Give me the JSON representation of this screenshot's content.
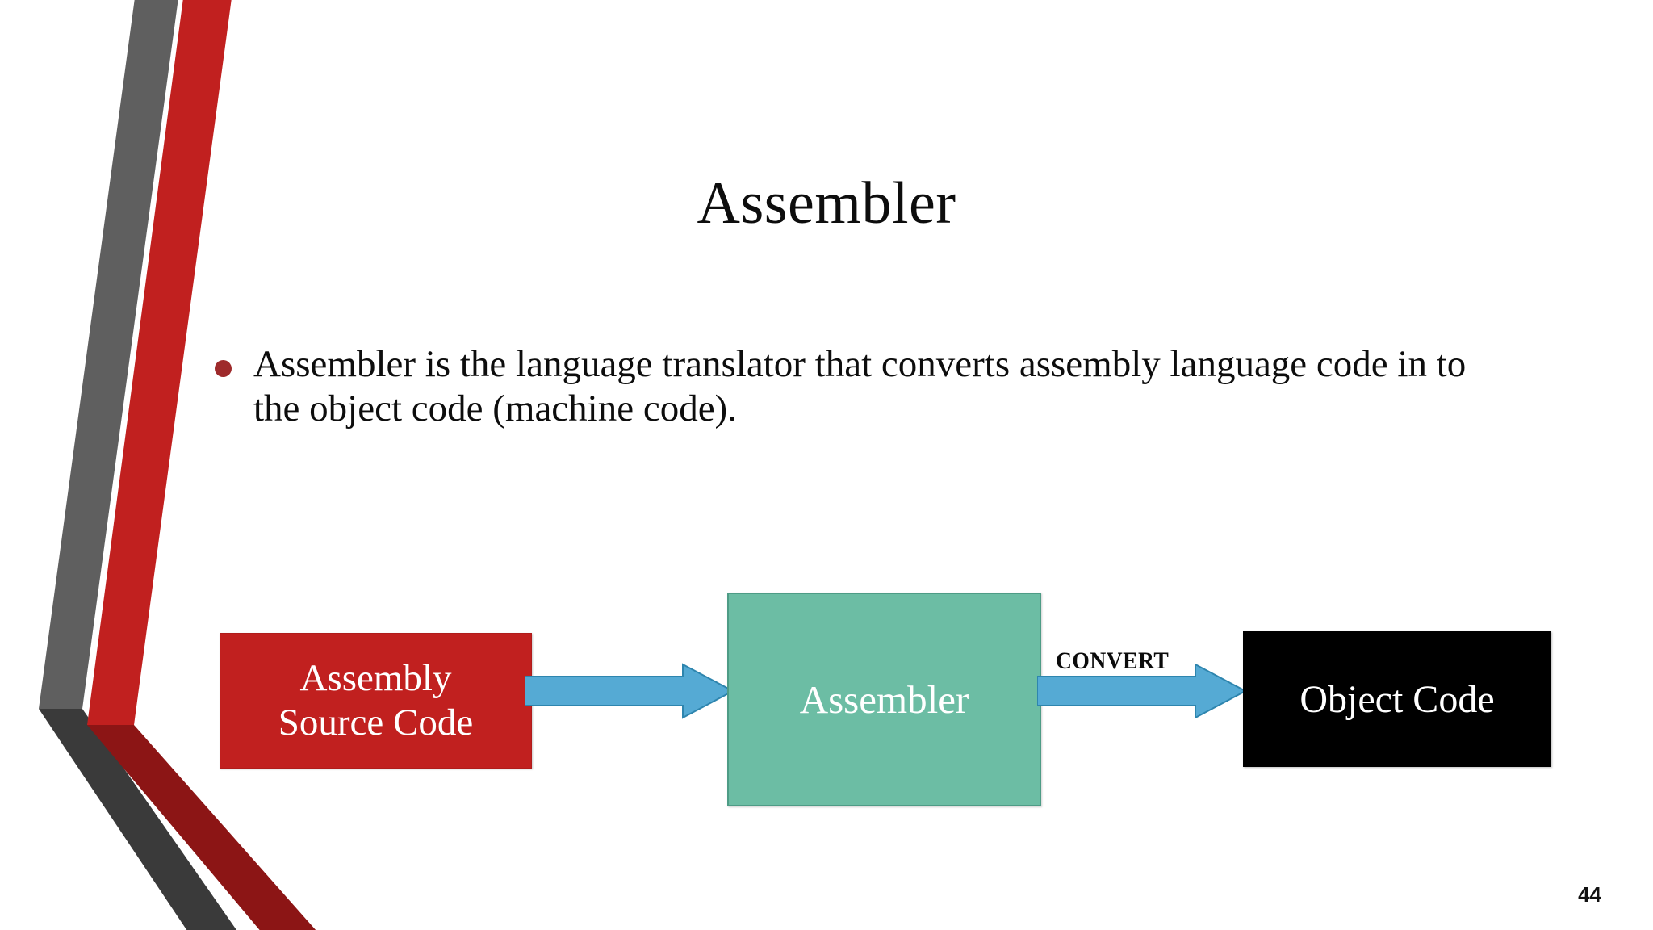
{
  "slide": {
    "title": "Assembler",
    "page_number": "44",
    "background_color": "#FFFFFF"
  },
  "body": {
    "bullets": [
      {
        "marker": "bullet-dot",
        "marker_color": "#9E2A2B",
        "text": "Assembler is the language translator that converts assembly language code in to the object code (machine code)."
      }
    ]
  },
  "diagram": {
    "type": "flow",
    "nodes": [
      {
        "id": "source",
        "label": "Assembly\nSource Code",
        "label_line1": "Assembly",
        "label_line2": "Source Code",
        "fill": "#C1201F",
        "text_color": "#FFFFFF"
      },
      {
        "id": "assembler",
        "label": "Assembler",
        "fill": "#6CBDA4",
        "border": "#4E9C86",
        "text_color": "#FFFFFF"
      },
      {
        "id": "object",
        "label": "Object Code",
        "fill": "#000000",
        "text_color": "#FFFFFF"
      }
    ],
    "edges": [
      {
        "id": "edge-1",
        "from": "source",
        "to": "assembler",
        "label": "",
        "color": "#55AAD4"
      },
      {
        "id": "edge-2",
        "from": "assembler",
        "to": "object",
        "label": "CONVERT",
        "color": "#55AAD4"
      }
    ]
  },
  "decoration": {
    "stripe_gray": "#5F5F5F",
    "stripe_gray_dark": "#3A3A3A",
    "stripe_red": "#C1201F",
    "stripe_red_dark": "#8C1515"
  }
}
